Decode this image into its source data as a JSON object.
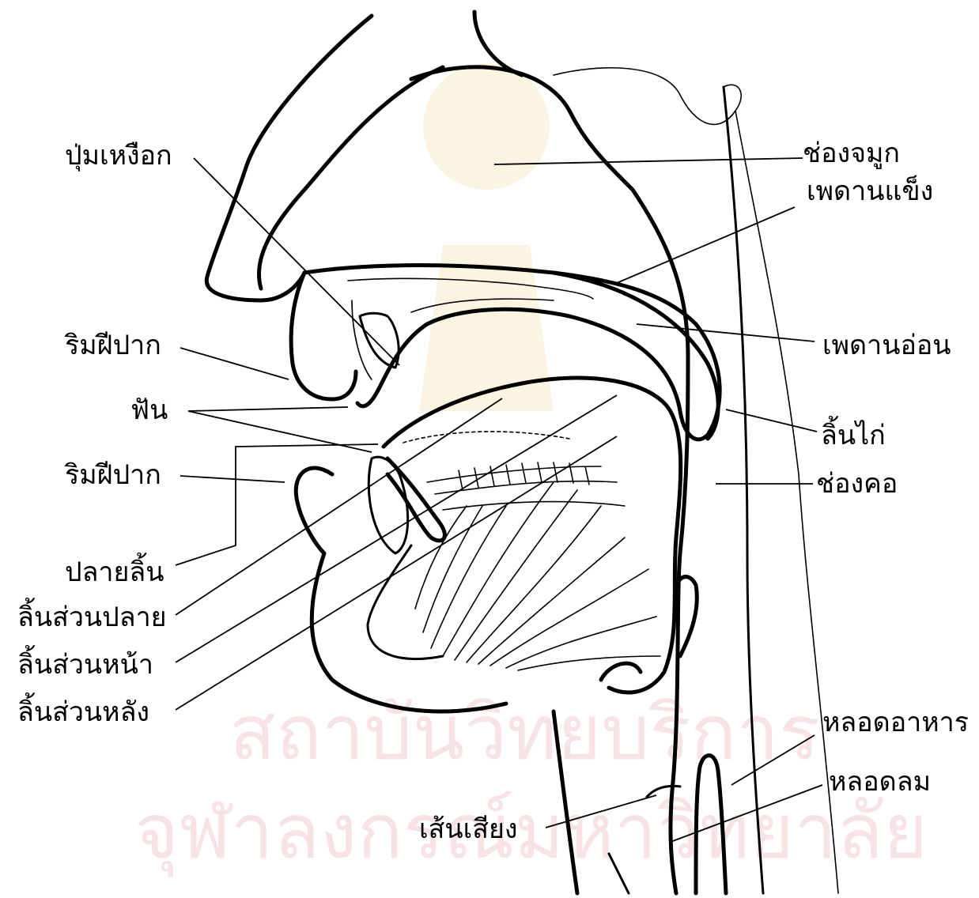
{
  "labels": {
    "nasal_cavity": "ช่องจมูก",
    "alveolar_ridge": "ปุ่มเหงือก",
    "hard_palate": "เพดานแข็ง",
    "soft_palate": "เพดานอ่อน",
    "upper_lip": "ริมฝีปาก",
    "teeth": "ฟัน",
    "uvula": "ลิ้นไก่",
    "lower_lip": "ริมฝีปาก",
    "pharynx": "ช่องคอ",
    "tongue_tip": "ปลายลิ้น",
    "tongue_blade": "ลิ้นส่วนปลาย",
    "tongue_front": "ลิ้นส่วนหน้า",
    "tongue_back": "ลิ้นส่วนหลัง",
    "esophagus": "หลอดอาหาร",
    "trachea": "หลอดลม",
    "vocal_cords": "เส้นเสียง"
  },
  "watermark": {
    "line1": "สถาบันวิทยบริการ",
    "line2": "จุฬาลงกรณ์มหาวิทยาลัย"
  },
  "colors": {
    "ink": "#000000",
    "watermark": "#e9b0b4"
  }
}
